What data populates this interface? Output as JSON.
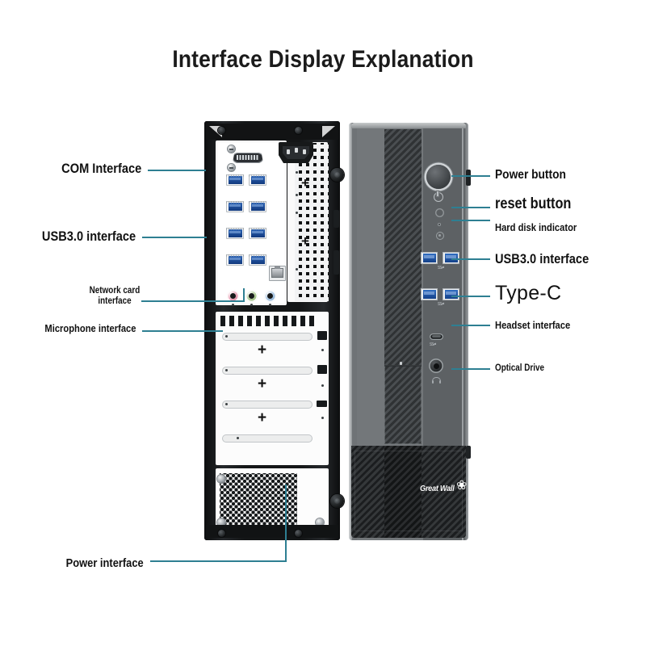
{
  "page": {
    "title": "Interface Display Explanation",
    "accent_color": "#2e7f92",
    "background": "#ffffff"
  },
  "product": {
    "brand": "Great Wall",
    "brand_mark": "❀",
    "rear_view_name": "rear-panel",
    "front_view_name": "front-panel"
  },
  "callouts": {
    "left": [
      {
        "id": "com",
        "label": "COM Interface"
      },
      {
        "id": "usb3_rear",
        "label": "USB3.0 interface"
      },
      {
        "id": "lan",
        "label": "Network card\ninterface"
      },
      {
        "id": "mic",
        "label": "Microphone interface"
      },
      {
        "id": "power_in",
        "label": "Power interface"
      }
    ],
    "right": [
      {
        "id": "power_button",
        "label": "Power button"
      },
      {
        "id": "reset_button",
        "label": "reset button"
      },
      {
        "id": "hdd_led",
        "label": "Hard disk indicator"
      },
      {
        "id": "usb3_front",
        "label": "USB3.0 interface"
      },
      {
        "id": "type_c",
        "label": "Type-C"
      },
      {
        "id": "headset",
        "label": "Headset interface"
      },
      {
        "id": "optical_drive",
        "label": "Optical Drive"
      }
    ]
  },
  "ports": {
    "usb_superspeed_mark": "SS⇄",
    "rear_usb_count": 8,
    "front_usb_count": 4,
    "audio_jacks": [
      {
        "name": "microphone-jack",
        "color": "#e59ab0"
      },
      {
        "name": "line-out-jack",
        "color": "#a9c98f"
      },
      {
        "name": "line-in-jack",
        "color": "#9fc0e0"
      }
    ],
    "expansion_screw_glyph": "+",
    "expansion_screw_count": 3
  }
}
